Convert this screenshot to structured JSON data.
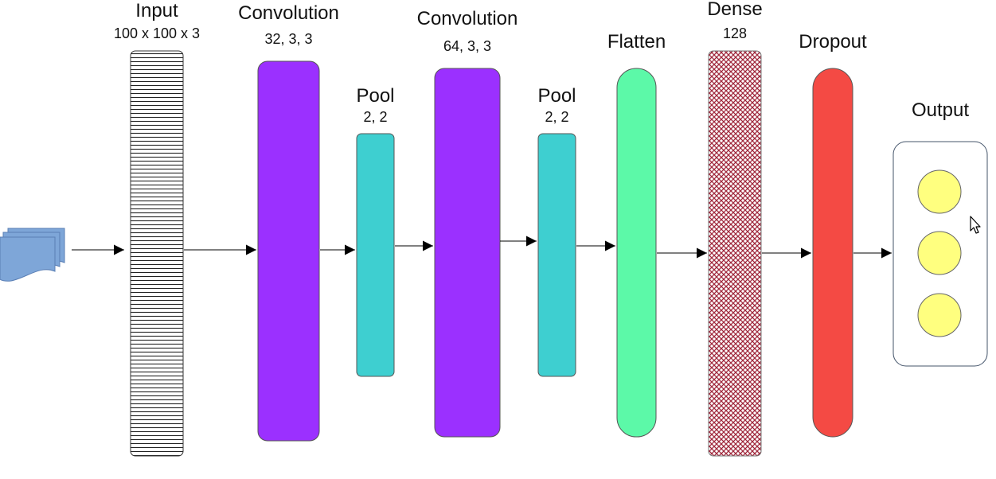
{
  "layers": [
    {
      "id": "input",
      "title": "Input",
      "params": "100 x 100 x 3",
      "color": "#ffffff",
      "pattern": "horizontal-lines"
    },
    {
      "id": "conv1",
      "title": "Convolution",
      "params": "32, 3, 3",
      "color": "#9b30ff"
    },
    {
      "id": "pool1",
      "title": "Pool",
      "params": "2, 2",
      "color": "#3ecfd0"
    },
    {
      "id": "conv2",
      "title": "Convolution",
      "params": "64, 3, 3",
      "color": "#9b30ff"
    },
    {
      "id": "pool2",
      "title": "Pool",
      "params": "2, 2",
      "color": "#3ecfd0"
    },
    {
      "id": "flatten",
      "title": "Flatten",
      "params": "",
      "color": "#5cf9a8"
    },
    {
      "id": "dense",
      "title": "Dense",
      "params": "128",
      "color": "#b0384a",
      "pattern": "crosshatch"
    },
    {
      "id": "dropout",
      "title": "Dropout",
      "params": "",
      "color": "#f44a44"
    },
    {
      "id": "output",
      "title": "Output",
      "params": "",
      "color": "#ffffff",
      "node_count": 3,
      "node_color": "#ffff7f"
    }
  ],
  "input_icon": {
    "name": "multiple-documents-icon",
    "color": "#7ea6d8"
  },
  "arrow_color": "#000000",
  "cursor_icon": "mouse-pointer-icon"
}
